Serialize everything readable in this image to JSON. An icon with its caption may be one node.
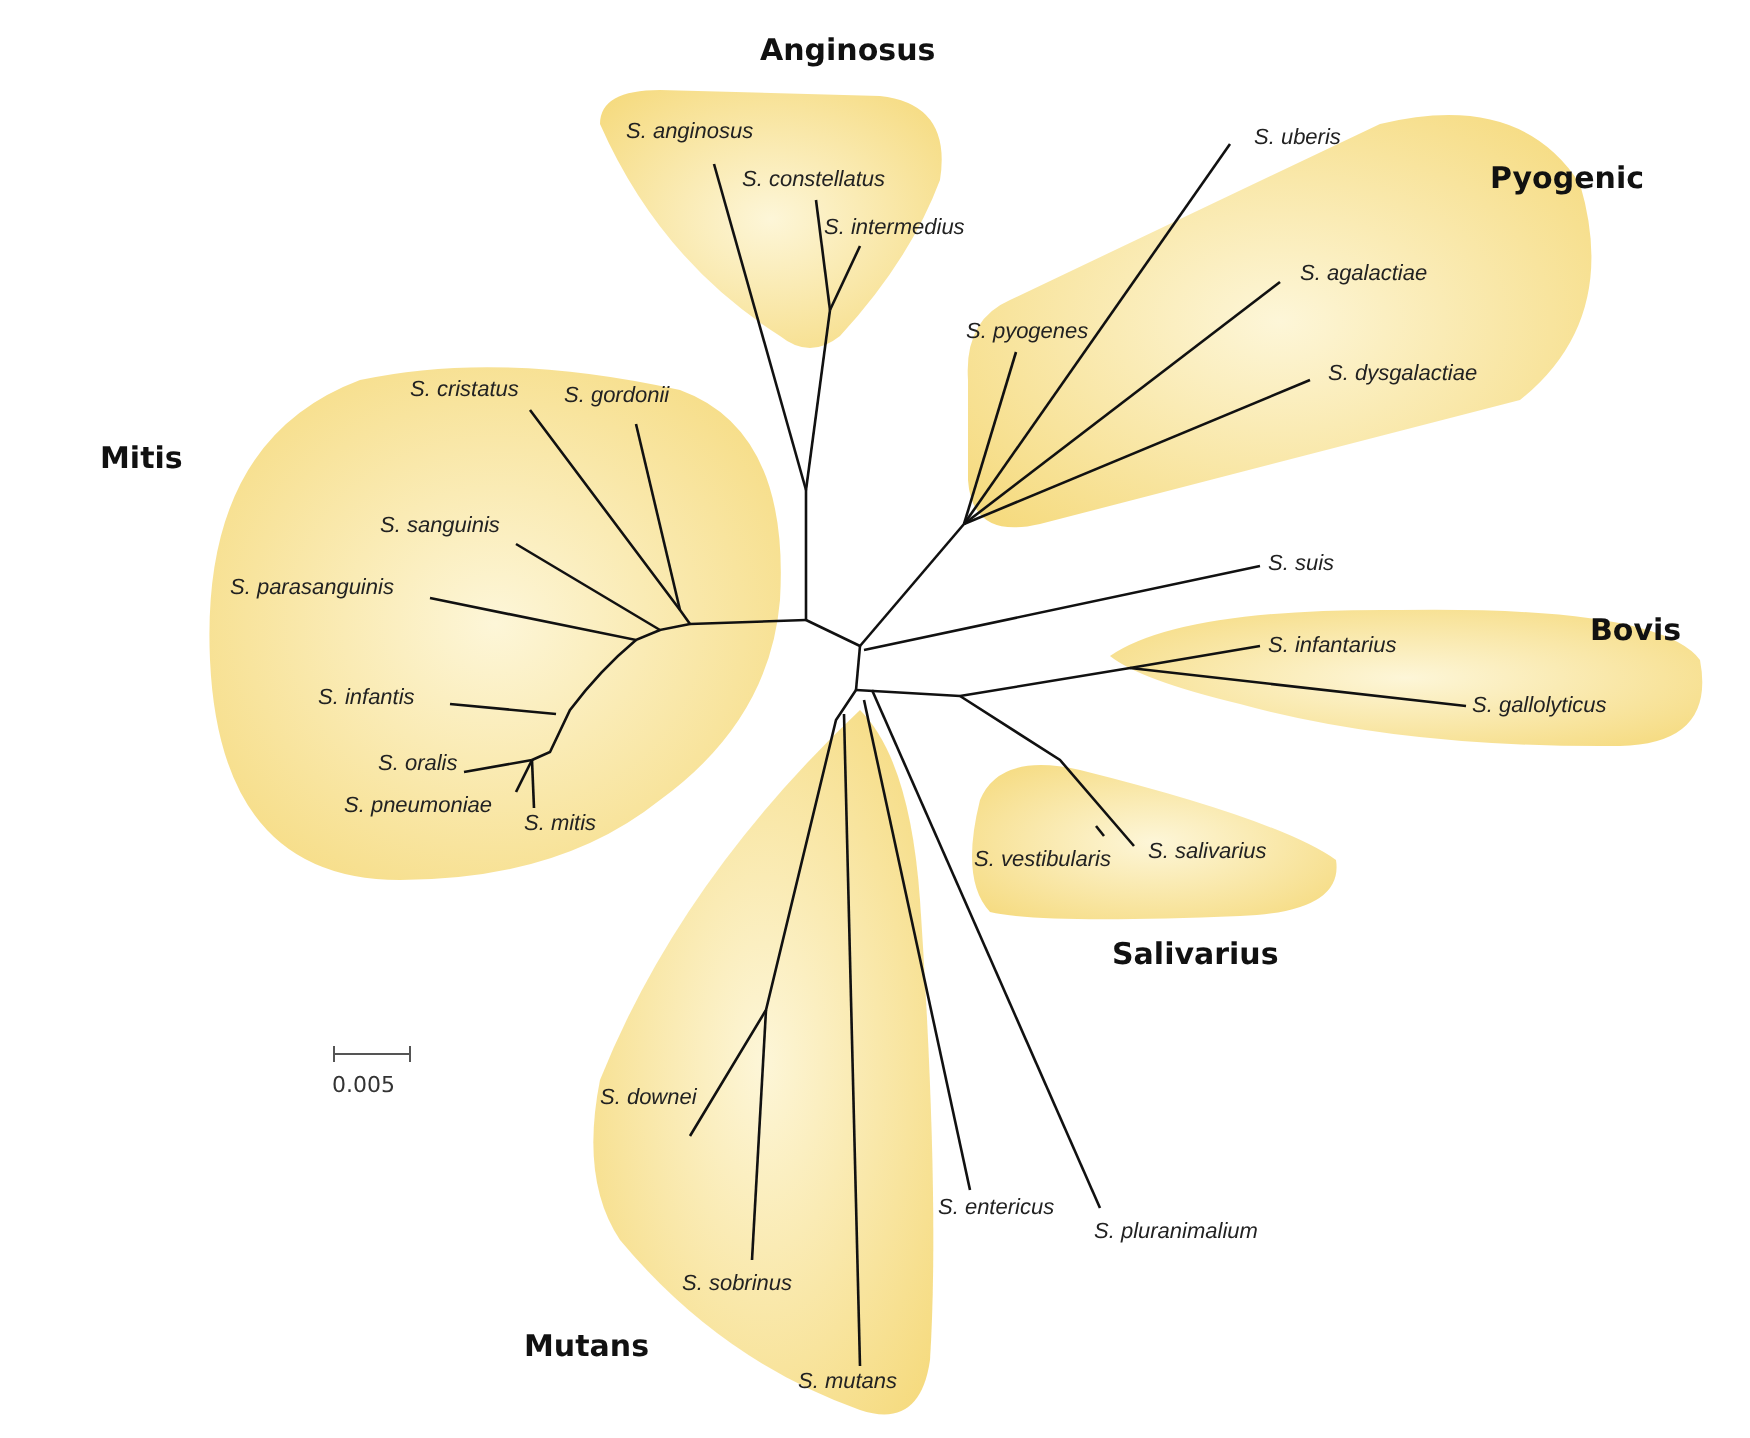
{
  "diagram": {
    "nodes": [
      {
        "text": [
          "Anginosus"
        ]
      },
      {
        "text": [
          "S. anginosus"
        ],
        "in": 0
      },
      {
        "text": [
          "S. constellatus"
        ],
        "in": 0
      },
      {
        "text": [
          "S. intermedius"
        ],
        "in": 0
      },
      {
        "text": [
          "Pyogenic"
        ]
      },
      {
        "text": [
          "S. uberis"
        ],
        "in": 4
      },
      {
        "text": [
          "S. agalactiae"
        ],
        "in": 4
      },
      {
        "text": [
          "S. pyogenes"
        ],
        "in": 4
      },
      {
        "text": [
          "S. dysgalactiae"
        ],
        "in": 4
      },
      {
        "text": [
          "Mitis"
        ]
      },
      {
        "text": [
          "S. cristatus"
        ],
        "in": 9
      },
      {
        "text": [
          "S. gordonii"
        ],
        "in": 9
      },
      {
        "text": [
          "S. sanguinis"
        ],
        "in": 9
      },
      {
        "text": [
          "S. parasanguinis"
        ],
        "in": 9
      },
      {
        "text": [
          "S. infantis"
        ],
        "in": 9
      },
      {
        "text": [
          "S. oralis"
        ],
        "in": 9
      },
      {
        "text": [
          "S. pneumoniae"
        ],
        "in": 9
      },
      {
        "text": [
          "S. mitis"
        ],
        "in": 9
      },
      {
        "text": [
          "S. suis"
        ]
      },
      {
        "text": [
          "Bovis"
        ]
      },
      {
        "text": [
          "S. infantarius"
        ],
        "in": 19
      },
      {
        "text": [
          "S. gallolyticus"
        ],
        "in": 19
      },
      {
        "text": [
          "Salivarius"
        ]
      },
      {
        "text": [
          "S. vestibularis"
        ],
        "in": 22
      },
      {
        "text": [
          "S. salivarius"
        ],
        "in": 22
      },
      {
        "text": [
          "Mutans"
        ]
      },
      {
        "text": [
          "S. downei"
        ],
        "in": 25
      },
      {
        "text": [
          "S. sobrinus"
        ],
        "in": 25
      },
      {
        "text": [
          "S. mutans"
        ],
        "in": 25
      },
      {
        "text": [
          "S. entericus"
        ]
      },
      {
        "text": [
          "S. pluranimalium"
        ]
      }
    ],
    "edges": [],
    "labels": [
      "0.005"
    ]
  }
}
